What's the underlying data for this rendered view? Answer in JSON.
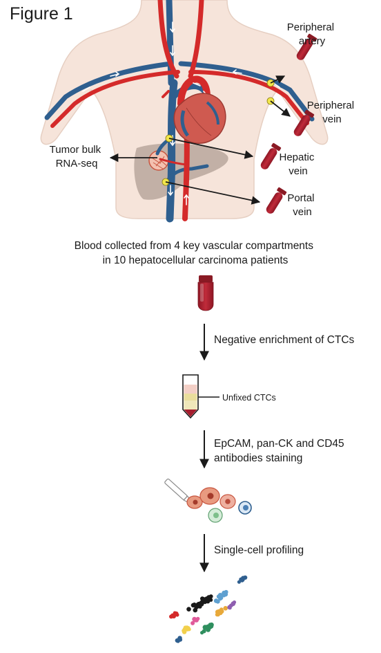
{
  "figure": {
    "title": "Figure 1",
    "labels": {
      "peripheral_artery": [
        "Peripheral",
        "artery"
      ],
      "peripheral_vein": [
        "Peripheral",
        "vein"
      ],
      "hepatic_vein": [
        "Hepatic",
        "vein"
      ],
      "portal_vein": [
        "Portal",
        "vein"
      ],
      "tumor_bulk": [
        "Tumor bulk",
        "RNA-seq"
      ]
    },
    "caption": [
      "Blood collected from 4 key vascular compartments",
      "in 10 hepatocellular carcinoma patients"
    ],
    "steps": {
      "negative_enrichment": "Negative enrichment of CTCs",
      "unfixed_ctcs": "Unfixed CTCs",
      "staining": [
        "EpCAM, pan-CK and CD45",
        "antibodies staining"
      ],
      "single_cell": "Single-cell profiling"
    },
    "colors": {
      "artery": "#d42a2a",
      "vein": "#2f5f8f",
      "body": "#f5e2d8",
      "liver": "#b9a89e",
      "heart": "#c9534b",
      "tube_blood": "#a51d2d",
      "sample_point": "#f2e64c",
      "arrow": "#1a1a1a"
    },
    "cluster_colors": [
      "#1a1a1a",
      "#d42a2a",
      "#2f5f8f",
      "#e8a93a",
      "#2f8f5f",
      "#8f5fb0",
      "#f2d04c",
      "#5fa0d0",
      "#e05a9a"
    ]
  }
}
